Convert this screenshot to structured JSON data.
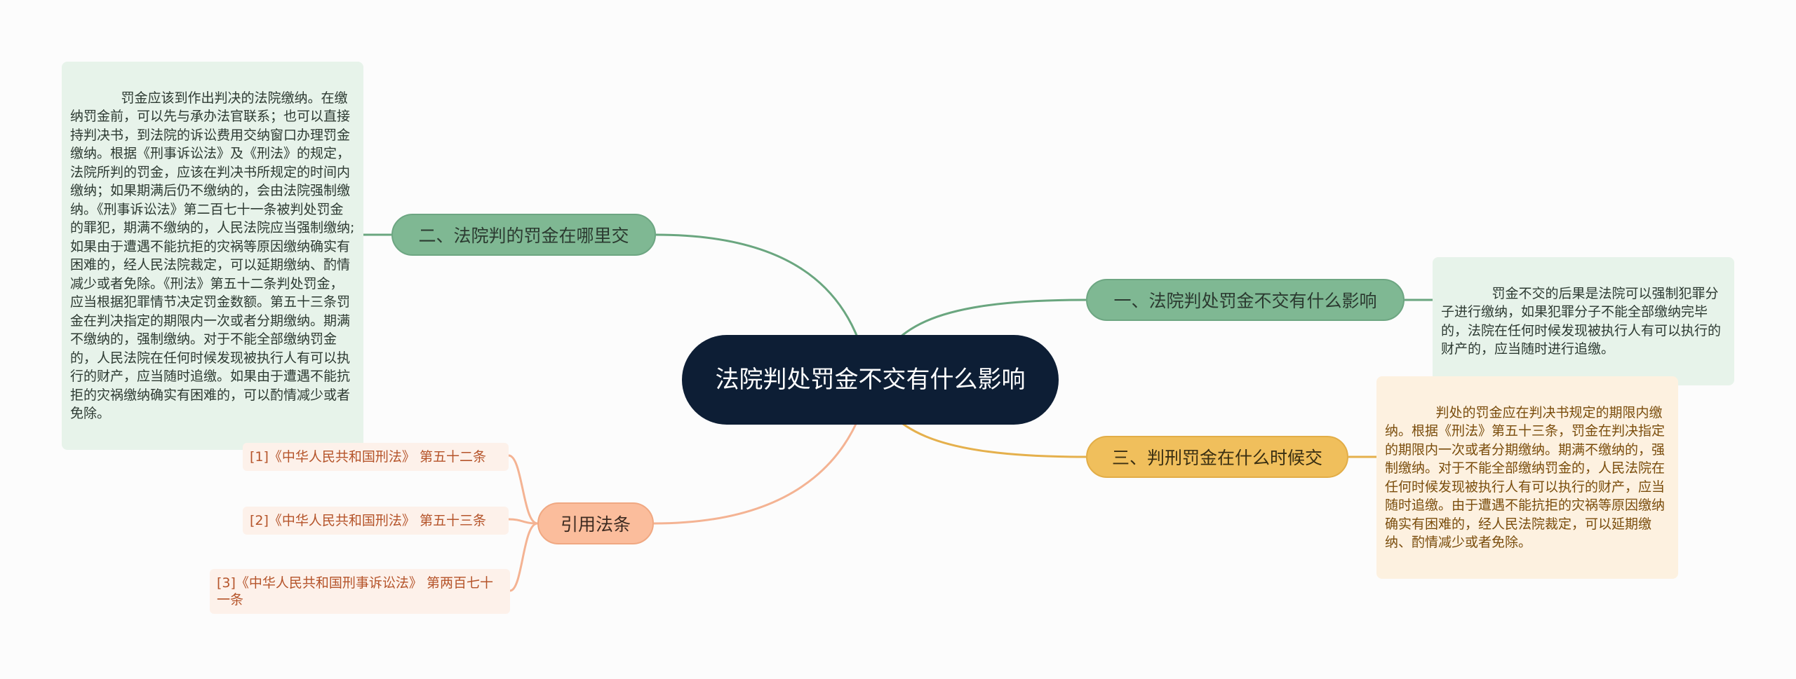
{
  "mindmap": {
    "root": {
      "title": "法院判处罚金不交有什么影响"
    },
    "branches": [
      {
        "title": "一、法院判处罚金不交有什么影响",
        "note": "        罚金不交的后果是法院可以强制犯罪分子进行缴纳，如果犯罪分子不能全部缴纳完毕的，法院在任何时候发现被执行人有可以执行的财产的，应当随时进行追缴。"
      },
      {
        "title": "二、法院判的罚金在哪里交",
        "note": "        罚金应该到作出判决的法院缴纳。在缴纳罚金前，可以先与承办法官联系；也可以直接持判决书，到法院的诉讼费用交纳窗口办理罚金缴纳。根据《刑事诉讼法》及《刑法》的规定，法院所判的罚金，应该在判决书所规定的时间内缴纳；如果期满后仍不缴纳的，会由法院强制缴纳。《刑事诉讼法》第二百七十一条被判处罚金的罪犯，期满不缴纳的，人民法院应当强制缴纳;如果由于遭遇不能抗拒的灾祸等原因缴纳确实有困难的，经人民法院裁定，可以延期缴纳、酌情减少或者免除。《刑法》第五十二条判处罚金，应当根据犯罪情节决定罚金数额。第五十三条罚金在判决指定的期限内一次或者分期缴纳。期满不缴纳的，强制缴纳。对于不能全部缴纳罚金的，人民法院在任何时候发现被执行人有可以执行的财产，应当随时追缴。如果由于遭遇不能抗拒的灾祸缴纳确实有困难的，可以酌情减少或者免除。"
      },
      {
        "title": "三、判刑罚金在什么时候交",
        "note": "        判处的罚金应在判决书规定的期限内缴纳。根据《刑法》第五十三条，罚金在判决指定的期限内一次或者分期缴纳。期满不缴纳的，强制缴纳。对于不能全部缴纳罚金的，人民法院在任何时候发现被执行人有可以执行的财产，应当随时追缴。由于遭遇不能抗拒的灾祸等原因缴纳确实有困难的，经人民法院裁定，可以延期缴纳、酌情减少或者免除。"
      },
      {
        "title": "引用法条",
        "refs": [
          "[1]《中华人民共和国刑法》 第五十二条",
          "[2]《中华人民共和国刑法》 第五十三条",
          "[3]《中华人民共和国刑事诉讼法》 第两百七十一条"
        ]
      }
    ],
    "colors": {
      "root": "#0d1e35",
      "green": "#7fb893",
      "gold": "#f0bf5c",
      "peach": "#fbbd9c",
      "line_green": "#6aa67f",
      "line_gold": "#e5b04c",
      "line_peach": "#f4b393"
    }
  }
}
